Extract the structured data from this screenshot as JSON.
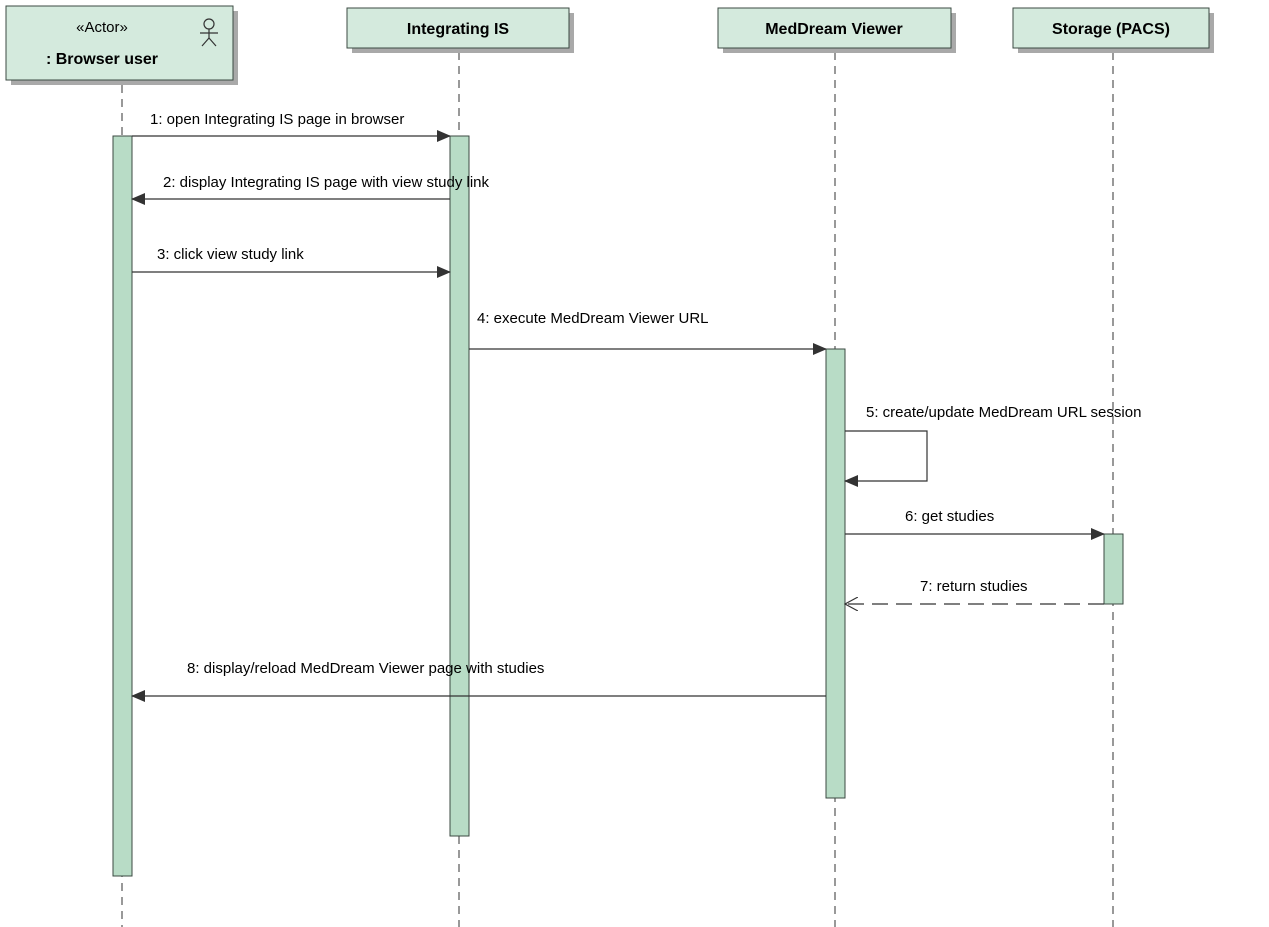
{
  "colors": {
    "head_fill": "#d4eadd",
    "activation_fill": "#b8dcc6",
    "outline": "#3b4a42",
    "shadow": "#a9a9a9",
    "line": "#333333"
  },
  "lifelines": [
    {
      "id": "browser",
      "stereotype": "«Actor»",
      "name": ": Browser user",
      "icon": "actor-icon"
    },
    {
      "id": "integrating",
      "name": "Integrating IS"
    },
    {
      "id": "viewer",
      "name": "MedDream Viewer"
    },
    {
      "id": "storage",
      "name": "Storage (PACS)"
    }
  ],
  "messages": [
    {
      "label": "1: open Integrating IS page in browser",
      "from": "browser",
      "to": "integrating",
      "kind": "sync"
    },
    {
      "label": "2: display Integrating IS page with view study link",
      "from": "integrating",
      "to": "browser",
      "kind": "sync"
    },
    {
      "label": "3: click view study link",
      "from": "browser",
      "to": "integrating",
      "kind": "sync"
    },
    {
      "label": "4: execute MedDream Viewer URL",
      "from": "integrating",
      "to": "viewer",
      "kind": "sync"
    },
    {
      "label": "5: create/update MedDream URL session",
      "from": "viewer",
      "to": "viewer",
      "kind": "self"
    },
    {
      "label": "6: get studies",
      "from": "viewer",
      "to": "storage",
      "kind": "sync"
    },
    {
      "label": "7: return studies",
      "from": "storage",
      "to": "viewer",
      "kind": "reply"
    },
    {
      "label": "8: display/reload MedDream Viewer page with studies",
      "from": "viewer",
      "to": "browser",
      "kind": "sync"
    }
  ]
}
